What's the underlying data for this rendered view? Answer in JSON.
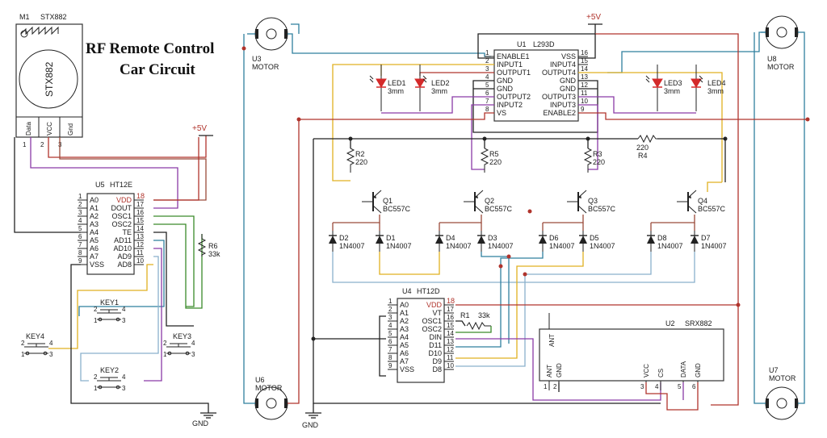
{
  "title": {
    "line1": "RF Remote Control",
    "line2": "Car Circuit"
  },
  "power": {
    "vcc": "+5V",
    "gnd": "GND"
  },
  "stx882": {
    "ref": "M1",
    "name": "STX882",
    "body_label": "STX882",
    "pins": [
      {
        "num": "1",
        "name": "Data"
      },
      {
        "num": "2",
        "name": "VCC"
      },
      {
        "num": "3",
        "name": "Gnd"
      }
    ]
  },
  "ht12e": {
    "ref": "U5",
    "name": "HT12E",
    "left_pins": [
      {
        "num": "1",
        "name": "A0"
      },
      {
        "num": "2",
        "name": "A1"
      },
      {
        "num": "3",
        "name": "A2"
      },
      {
        "num": "4",
        "name": "A3"
      },
      {
        "num": "5",
        "name": "A4"
      },
      {
        "num": "6",
        "name": "A5"
      },
      {
        "num": "7",
        "name": "A6"
      },
      {
        "num": "8",
        "name": "A7"
      },
      {
        "num": "9",
        "name": "VSS"
      }
    ],
    "right_pins": [
      {
        "num": "18",
        "name": "VDD"
      },
      {
        "num": "17",
        "name": "DOUT"
      },
      {
        "num": "16",
        "name": "OSC1"
      },
      {
        "num": "15",
        "name": "OSC2"
      },
      {
        "num": "14",
        "name": "TE"
      },
      {
        "num": "13",
        "name": "AD11"
      },
      {
        "num": "12",
        "name": "AD10"
      },
      {
        "num": "11",
        "name": "AD9"
      },
      {
        "num": "10",
        "name": "AD8"
      }
    ]
  },
  "ht12d": {
    "ref": "U4",
    "name": "HT12D",
    "left_pins": [
      {
        "num": "1",
        "name": "A0"
      },
      {
        "num": "2",
        "name": "A1"
      },
      {
        "num": "3",
        "name": "A2"
      },
      {
        "num": "4",
        "name": "A3"
      },
      {
        "num": "5",
        "name": "A4"
      },
      {
        "num": "6",
        "name": "A5"
      },
      {
        "num": "7",
        "name": "A6"
      },
      {
        "num": "8",
        "name": "A7"
      },
      {
        "num": "9",
        "name": "VSS"
      }
    ],
    "right_pins": [
      {
        "num": "18",
        "name": "VDD"
      },
      {
        "num": "17",
        "name": "VT"
      },
      {
        "num": "16",
        "name": "OSC1"
      },
      {
        "num": "15",
        "name": "OSC2"
      },
      {
        "num": "14",
        "name": "DIN"
      },
      {
        "num": "13",
        "name": "D11"
      },
      {
        "num": "12",
        "name": "D10"
      },
      {
        "num": "11",
        "name": "D9"
      },
      {
        "num": "10",
        "name": "D8"
      }
    ]
  },
  "l293d": {
    "ref": "U1",
    "name": "L293D",
    "left_pins": [
      {
        "num": "1",
        "name": "ENABLE1"
      },
      {
        "num": "2",
        "name": "INPUT1"
      },
      {
        "num": "3",
        "name": "OUTPUT1"
      },
      {
        "num": "4",
        "name": "GND"
      },
      {
        "num": "5",
        "name": "GND"
      },
      {
        "num": "6",
        "name": "OUTPUT2"
      },
      {
        "num": "7",
        "name": "INPUT2"
      },
      {
        "num": "8",
        "name": "VS"
      }
    ],
    "right_pins": [
      {
        "num": "16",
        "name": "VSS"
      },
      {
        "num": "15",
        "name": "INPUT4"
      },
      {
        "num": "14",
        "name": "OUTPUT4"
      },
      {
        "num": "13",
        "name": "GND"
      },
      {
        "num": "12",
        "name": "GND"
      },
      {
        "num": "11",
        "name": "OUTPUT3"
      },
      {
        "num": "10",
        "name": "INPUT3"
      },
      {
        "num": "9",
        "name": "ENABLE2"
      }
    ]
  },
  "srx882": {
    "ref": "U2",
    "name": "SRX882",
    "pins": [
      {
        "num": "1",
        "name": "ANT"
      },
      {
        "num": "2",
        "name": "GND"
      },
      {
        "num": "3",
        "name": "VCC"
      },
      {
        "num": "4",
        "name": "CS"
      },
      {
        "num": "5",
        "name": "DATA"
      },
      {
        "num": "6",
        "name": "GND"
      }
    ],
    "ant_label": "ANT"
  },
  "motors": [
    {
      "ref": "U3",
      "name": "MOTOR"
    },
    {
      "ref": "U6",
      "name": "MOTOR"
    },
    {
      "ref": "U8",
      "name": "MOTOR"
    },
    {
      "ref": "U7",
      "name": "MOTOR"
    }
  ],
  "leds": [
    {
      "ref": "LED1",
      "value": "3mm"
    },
    {
      "ref": "LED2",
      "value": "3mm"
    },
    {
      "ref": "LED3",
      "value": "3mm"
    },
    {
      "ref": "LED4",
      "value": "3mm"
    }
  ],
  "resistors": [
    {
      "ref": "R2",
      "value": "220"
    },
    {
      "ref": "R5",
      "value": "220"
    },
    {
      "ref": "R3",
      "value": "220"
    },
    {
      "ref": "R4",
      "value": "220"
    },
    {
      "ref": "R6",
      "value": "33k"
    },
    {
      "ref": "R1",
      "value": "33k"
    }
  ],
  "transistors": [
    {
      "ref": "Q1",
      "value": "BC557C"
    },
    {
      "ref": "Q2",
      "value": "BC557C"
    },
    {
      "ref": "Q3",
      "value": "BC557C"
    },
    {
      "ref": "Q4",
      "value": "BC557C"
    }
  ],
  "diodes": [
    {
      "ref": "D2",
      "value": "1N4007"
    },
    {
      "ref": "D1",
      "value": "1N4007"
    },
    {
      "ref": "D4",
      "value": "1N4007"
    },
    {
      "ref": "D3",
      "value": "1N4007"
    },
    {
      "ref": "D6",
      "value": "1N4007"
    },
    {
      "ref": "D5",
      "value": "1N4007"
    },
    {
      "ref": "D8",
      "value": "1N4007"
    },
    {
      "ref": "D7",
      "value": "1N4007"
    }
  ],
  "keys": [
    {
      "ref": "KEY1",
      "pins": [
        "2",
        "4",
        "1",
        "3"
      ]
    },
    {
      "ref": "KEY2",
      "pins": [
        "2",
        "4",
        "1",
        "3"
      ]
    },
    {
      "ref": "KEY3",
      "pins": [
        "2",
        "4",
        "1",
        "3"
      ]
    },
    {
      "ref": "KEY4",
      "pins": [
        "2",
        "4",
        "1",
        "3"
      ]
    }
  ],
  "colors": {
    "power": "#b0342c",
    "ground": "#222222",
    "yellow": "#e0b020",
    "blue": "#2f7f9e",
    "green": "#3a8a2a",
    "purple": "#8a3aa6",
    "led": "#d42a2a"
  }
}
